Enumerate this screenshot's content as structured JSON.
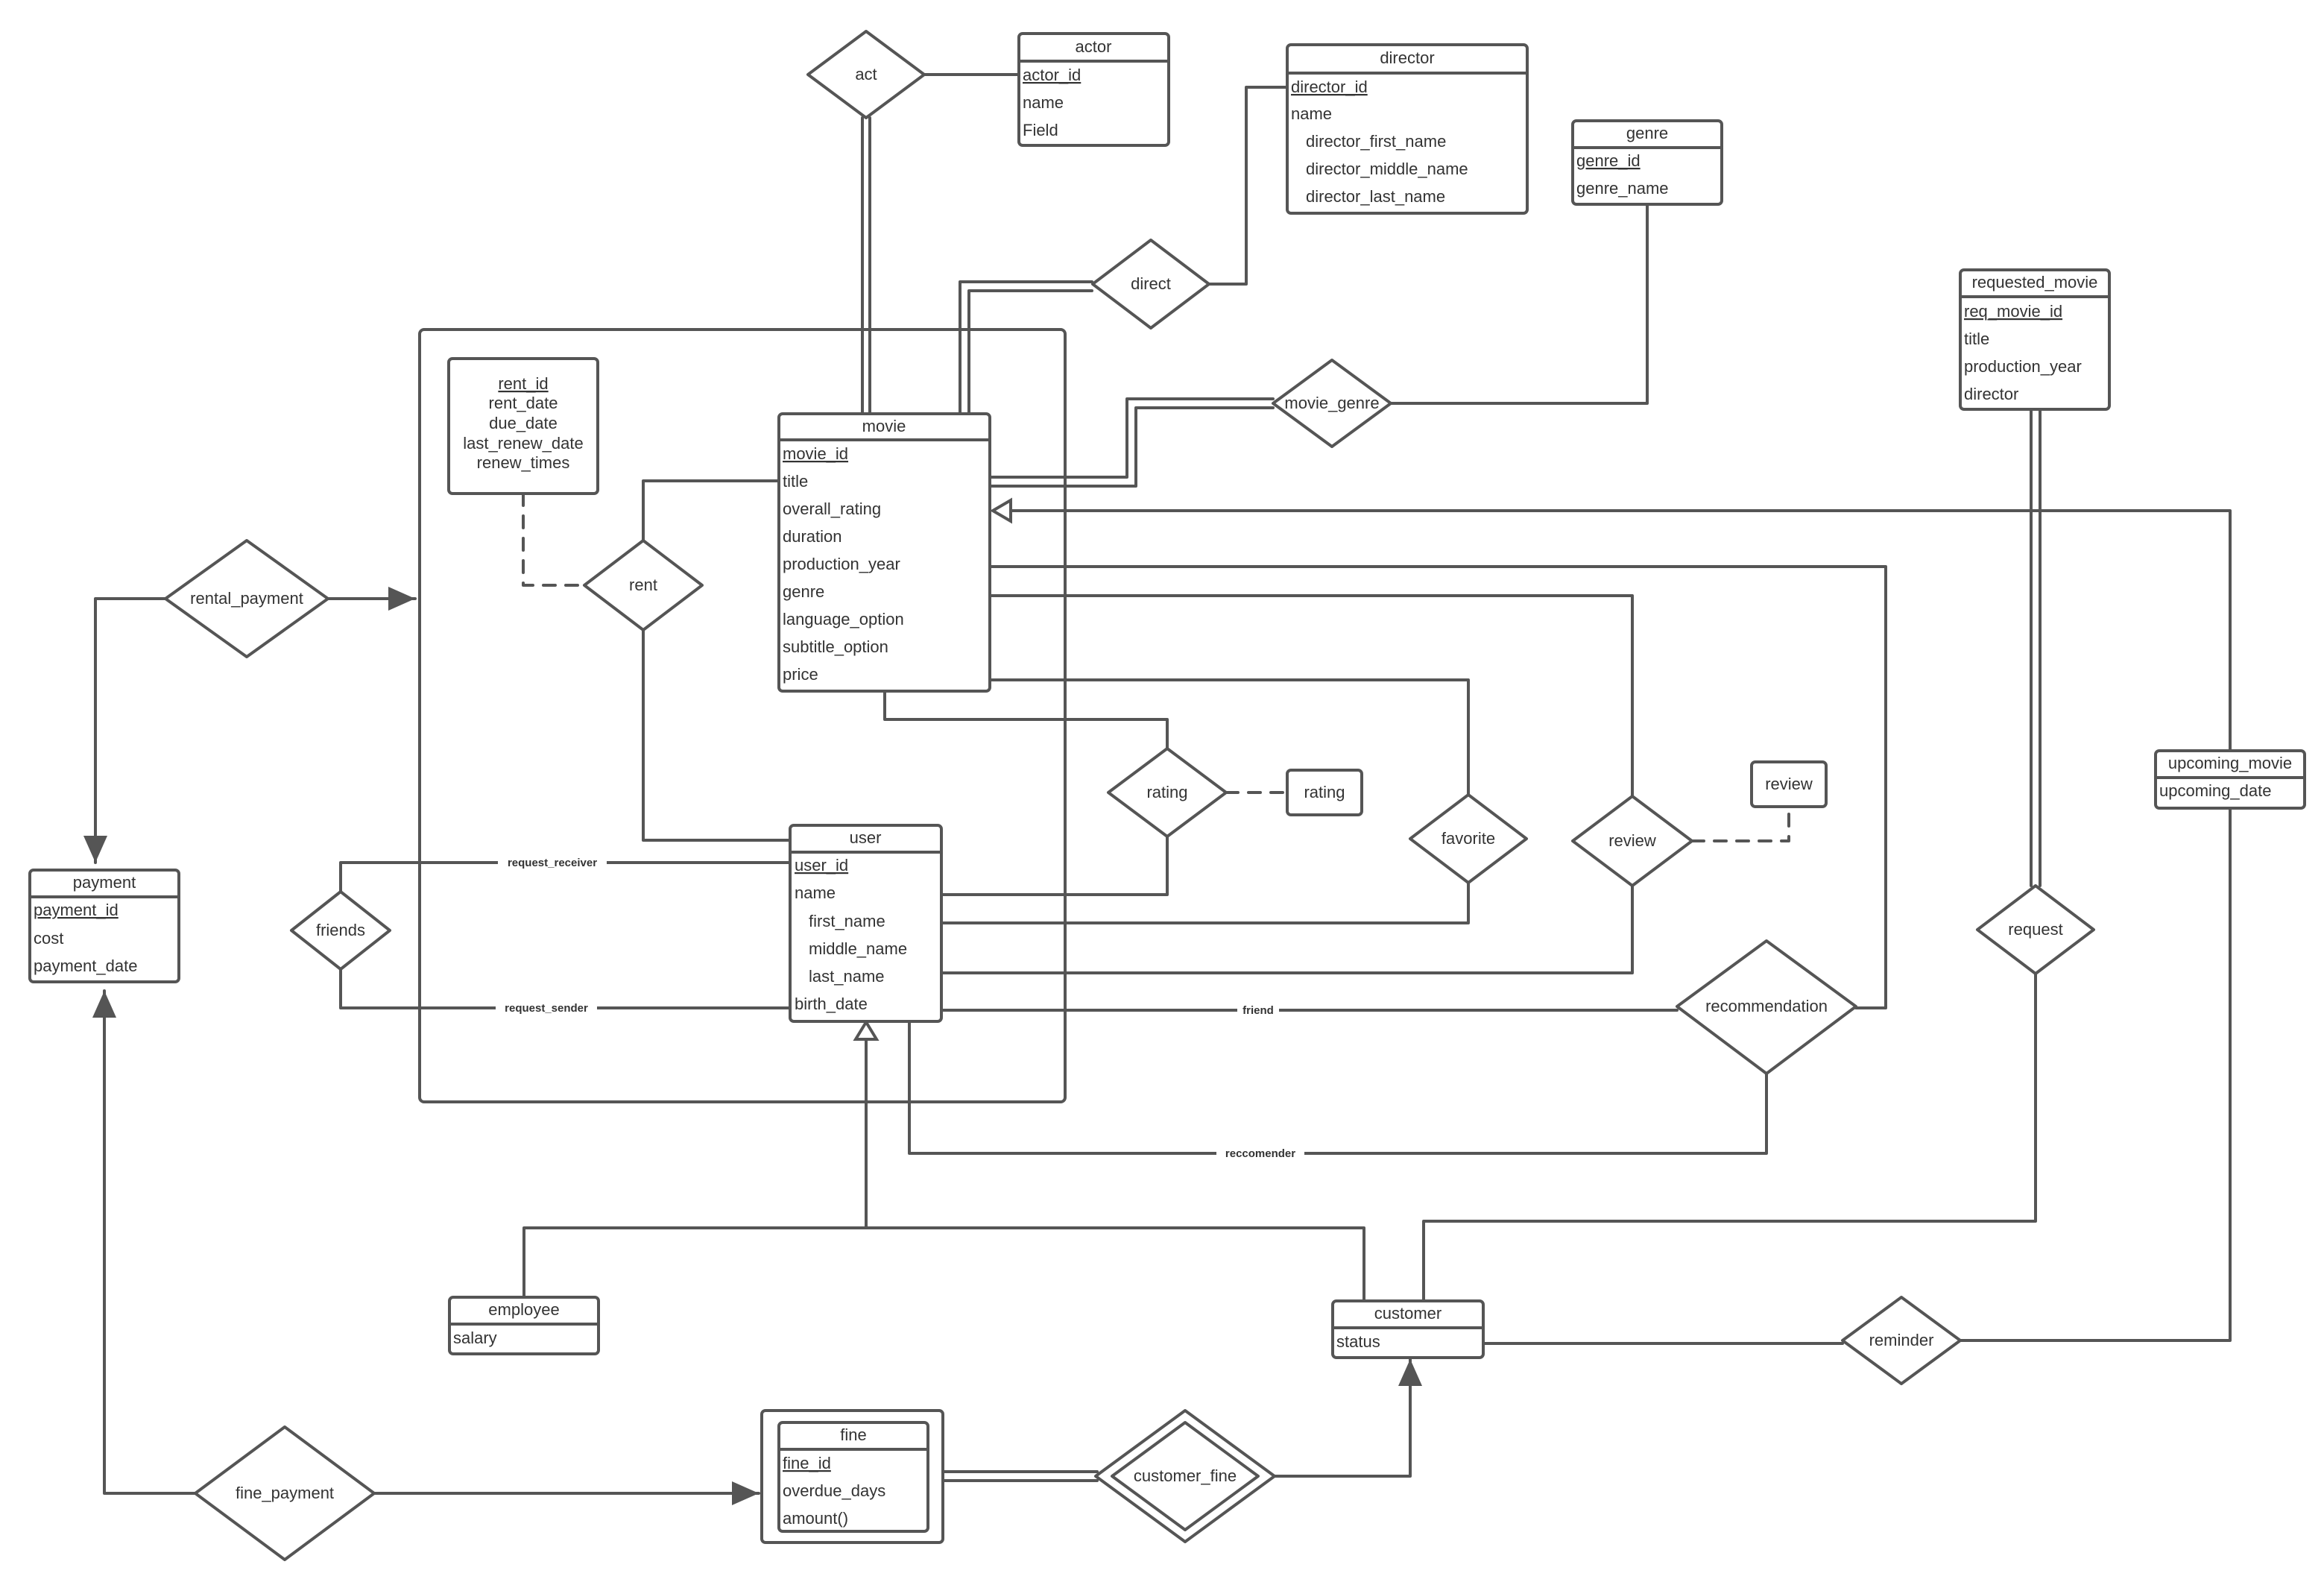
{
  "entities": {
    "actor": {
      "title": "actor",
      "attrs": [
        "actor_id",
        "name",
        "Field"
      ]
    },
    "director": {
      "title": "director",
      "attrs": [
        "director_id",
        "name",
        "director_first_name",
        "director_middle_name",
        "director_last_name"
      ]
    },
    "genre": {
      "title": "genre",
      "attrs": [
        "genre_id",
        "genre_name"
      ]
    },
    "requested_movie": {
      "title": "requested_movie",
      "attrs": [
        "req_movie_id",
        "title",
        "production_year",
        "director"
      ]
    },
    "movie": {
      "title": "movie",
      "attrs": [
        "movie_id",
        "title",
        "overall_rating",
        "duration",
        "production_year",
        "genre",
        "language_option",
        "subtitle_option",
        "price"
      ]
    },
    "user": {
      "title": "user",
      "attrs": [
        "user_id",
        "name",
        "first_name",
        "middle_name",
        "last_name",
        "birth_date"
      ]
    },
    "payment": {
      "title": "payment",
      "attrs": [
        "payment_id",
        "cost",
        "payment_date"
      ]
    },
    "upcoming_movie": {
      "title": "upcoming_movie",
      "attrs": [
        "upcoming_date"
      ]
    },
    "employee": {
      "title": "employee",
      "attrs": [
        "salary"
      ]
    },
    "customer": {
      "title": "customer",
      "attrs": [
        "status"
      ]
    },
    "fine": {
      "title": "fine",
      "attrs": [
        "fine_id",
        "overdue_days",
        "amount()"
      ]
    }
  },
  "rent_attributes": [
    "rent_id",
    "rent_date",
    "due_date",
    "last_renew_date",
    "renew_times"
  ],
  "attribute_boxes": {
    "rating": "rating",
    "review": "review"
  },
  "relationships": {
    "act": "act",
    "direct": "direct",
    "movie_genre": "movie_genre",
    "rent": "rent",
    "rental_payment": "rental_payment",
    "rating": "rating",
    "favorite": "favorite",
    "review": "review",
    "friends": "friends",
    "recommendation": "recommendation",
    "request": "request",
    "reminder": "reminder",
    "customer_fine": "customer_fine",
    "fine_payment": "fine_payment"
  },
  "edge_labels": {
    "request_receiver": "request_receiver",
    "request_sender": "request_sender",
    "friend": "friend",
    "reccomender": "reccomender"
  },
  "colors": {
    "line": "#555555",
    "text": "#333333",
    "background": "#ffffff"
  }
}
